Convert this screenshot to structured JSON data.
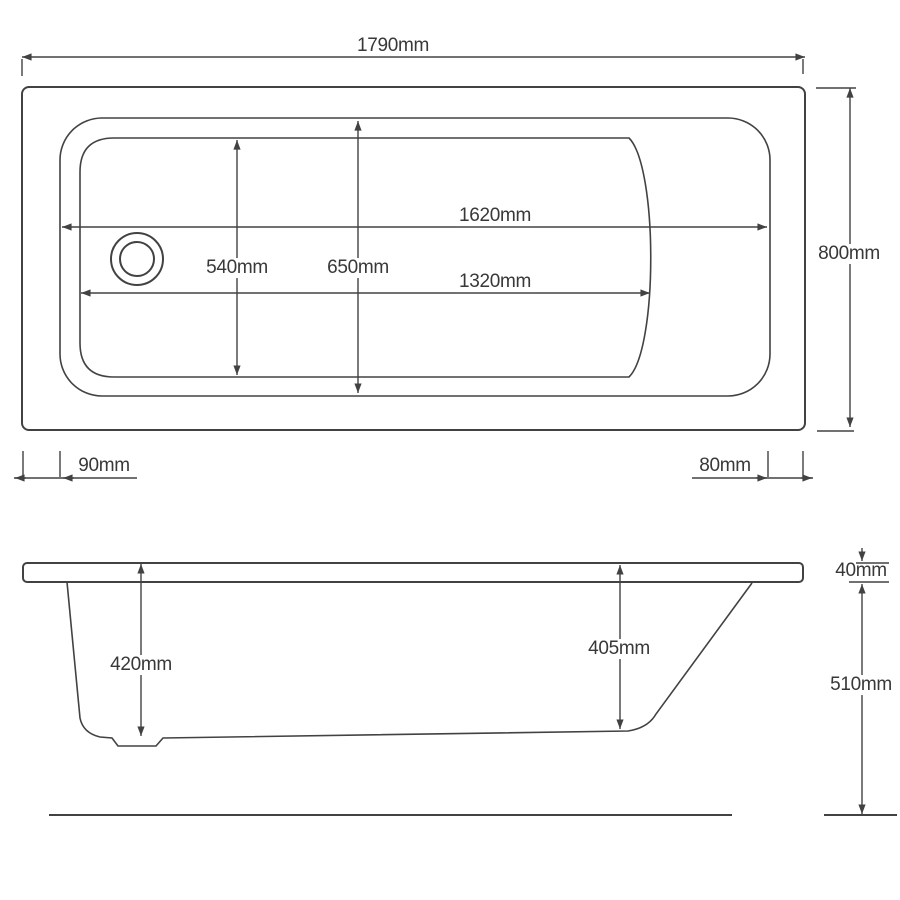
{
  "drawing": {
    "line_color": "#424242",
    "text_color": "#383838",
    "background_color": "#ffffff",
    "dims": {
      "overall_length": "1790mm",
      "overall_width": "800mm",
      "rim_opening_length": "1620mm",
      "floor_length": "1320mm",
      "floor_width": "540mm",
      "rim_opening_width": "650mm",
      "left_end_offset": "90mm",
      "right_end_offset": "80mm",
      "inner_depth_left": "420mm",
      "inner_depth_right": "405mm",
      "rim_thickness": "40mm",
      "overall_height": "510mm"
    }
  }
}
